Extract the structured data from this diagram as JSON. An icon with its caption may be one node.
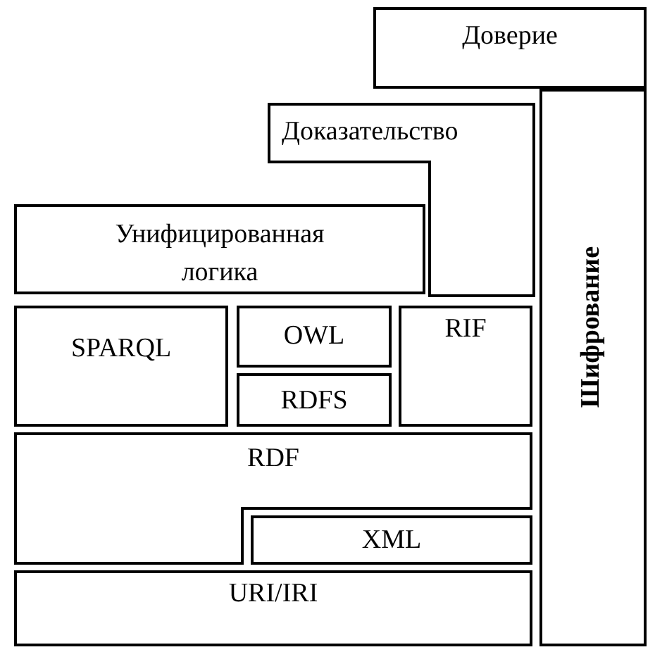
{
  "diagram": {
    "nodes": [
      {
        "text": [
          "Доверие"
        ]
      },
      {
        "text": [
          "Доказательство"
        ]
      },
      {
        "text": [
          "Шифрование"
        ]
      },
      {
        "text": [
          "Унифицированная логика"
        ]
      },
      {
        "text": [
          "SPARQL"
        ]
      },
      {
        "text": [
          "OWL"
        ]
      },
      {
        "text": [
          "RDFS"
        ]
      },
      {
        "text": [
          "RIF"
        ]
      },
      {
        "text": [
          "RDF"
        ]
      },
      {
        "text": [
          "XML"
        ]
      },
      {
        "text": [
          "URI/IRI"
        ]
      }
    ]
  }
}
